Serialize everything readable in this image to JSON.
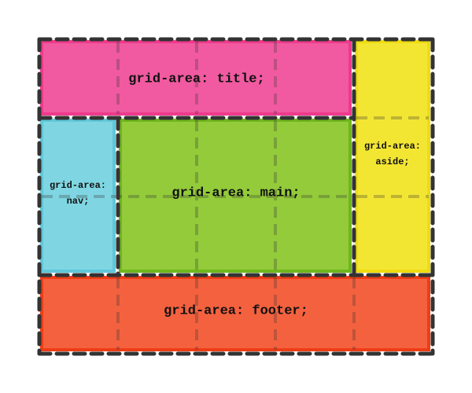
{
  "areas": {
    "title": {
      "label": "grid-area: title;",
      "fill": "#f15aa0",
      "stroke": "#ee3a8c"
    },
    "aside": {
      "label_line1": "grid-area:",
      "label_line2": "aside;",
      "fill": "#f3e633",
      "stroke": "#eedc10"
    },
    "nav": {
      "label_line1": "grid-area:",
      "label_line2": "nav;",
      "fill": "#7fd6e2",
      "stroke": "#5fc7d8"
    },
    "main": {
      "label": "grid-area: main;",
      "fill": "#93cb3a",
      "stroke": "#6fb61c"
    },
    "footer": {
      "label": "grid-area: footer;",
      "fill": "#f4613f",
      "stroke": "#ee3d16"
    }
  },
  "grid": {
    "columns": 5,
    "rows": 4,
    "line_color": "#333333"
  }
}
